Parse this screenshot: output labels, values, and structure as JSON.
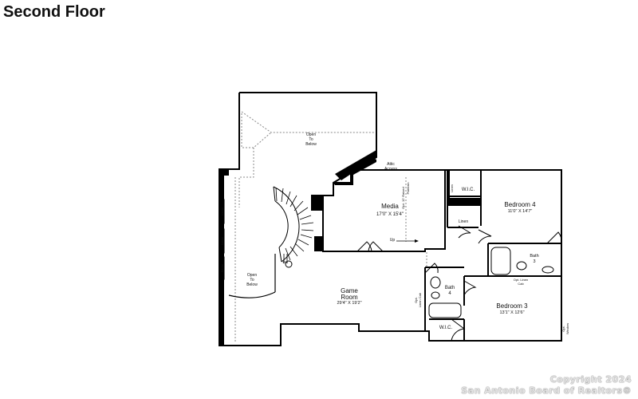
{
  "title": "Second Floor",
  "rooms": {
    "open_to_below_top": [
      "Open",
      "To",
      "Below"
    ],
    "open_to_below_left": [
      "Open",
      "To",
      "Below"
    ],
    "attic_access": [
      "Attic",
      "Access"
    ],
    "media": {
      "name": "Media",
      "dims": "17'0\" X 15'4\""
    },
    "ceiling_note": [
      "Opt. 12' Raised",
      "Platform"
    ],
    "bedroom4": {
      "name": "Bedroom 4",
      "dims": "11'0\" X 14'7\""
    },
    "wic_top": "W.I.C.",
    "linen_small": "Linen",
    "linen": "Linen",
    "bath3": [
      "Bath",
      "3"
    ],
    "opt_linen_cab": [
      "Opt. Linen",
      "Cab"
    ],
    "game_room": {
      "name": [
        "Game",
        "Room"
      ],
      "dims": "29'4\" X 19'2\""
    },
    "bath4": [
      "Bath",
      "4"
    ],
    "opt_linen_cab_left": [
      "Opt.",
      "Linen Cab"
    ],
    "bedroom3": {
      "name": "Bedroom 3",
      "dims": "13'1\" X 12'6\""
    },
    "wic_bottom": "W.I.C.",
    "opt_window": [
      "Opt.",
      "Window"
    ],
    "up": "Up",
    "dn": "Dn.",
    "niche_labels": [
      "Niche",
      "Niche",
      "Niche"
    ]
  },
  "watermark": {
    "line1": "Copyright 2024",
    "line2": "San Antonio Board of Realtors®"
  }
}
